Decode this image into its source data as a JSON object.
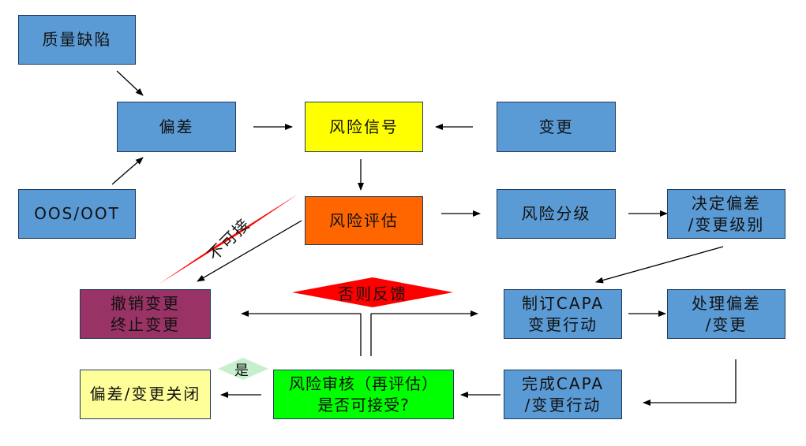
{
  "colors": {
    "blue": "#5b9bd5",
    "yellow": "#ffff00",
    "orange": "#ff6600",
    "purple": "#993366",
    "green": "#00ff00",
    "light_yellow": "#ffff99",
    "red": "#ff0000",
    "light_green": "#c6efce"
  },
  "nodes": {
    "quality_defect": "质量缺陷",
    "deviation": "偏差",
    "oos_oot": "OOS/OOT",
    "risk_signal": "风险信号",
    "change": "变更",
    "risk_assessment": "风险评估",
    "risk_grading": "风险分级",
    "decide_level_1": "决定偏差",
    "decide_level_2": "/变更级别",
    "withdraw_1": "撤销变更",
    "withdraw_2": "终止变更",
    "make_capa_1": "制订CAPA",
    "make_capa_2": "变更行动",
    "handle_1": "处理偏差",
    "handle_2": "/变更",
    "closed": "偏差/变更关闭",
    "review_1": "风险审核（再评估）",
    "review_2": "是否可接受?",
    "complete_capa_1": "完成CAPA",
    "complete_capa_2": "/变更行动"
  },
  "labels": {
    "unacceptable": "不可接",
    "otherwise_feedback": "否则反馈",
    "yes": "是"
  }
}
